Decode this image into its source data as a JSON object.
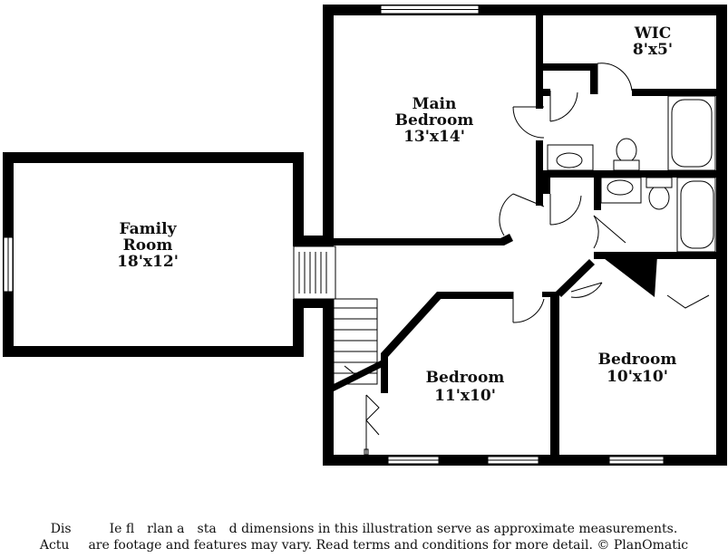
{
  "rooms": {
    "family_room": {
      "name_line1": "Family",
      "name_line2": "Room",
      "size": "18'x12'"
    },
    "main_bedroom": {
      "name_line1": "Main",
      "name_line2": "Bedroom",
      "size": "13'x14'"
    },
    "wic": {
      "name": "WIC",
      "size": "8'x5'"
    },
    "bedroom_left": {
      "name": "Bedroom",
      "size": "11'x10'"
    },
    "bedroom_right": {
      "name": "Bedroom",
      "size": "10'x10'"
    }
  },
  "disclaimer": {
    "line1": "Dis   Ie fl rlan a sta d dimensions in this illustration serve as approximate measurements.",
    "line2": "Actu  are footage and features may vary. Read terms and conditions for more detail. © PlanOmatic"
  },
  "colors": {
    "wall": "#000000",
    "background": "#ffffff",
    "text": "#111111"
  }
}
